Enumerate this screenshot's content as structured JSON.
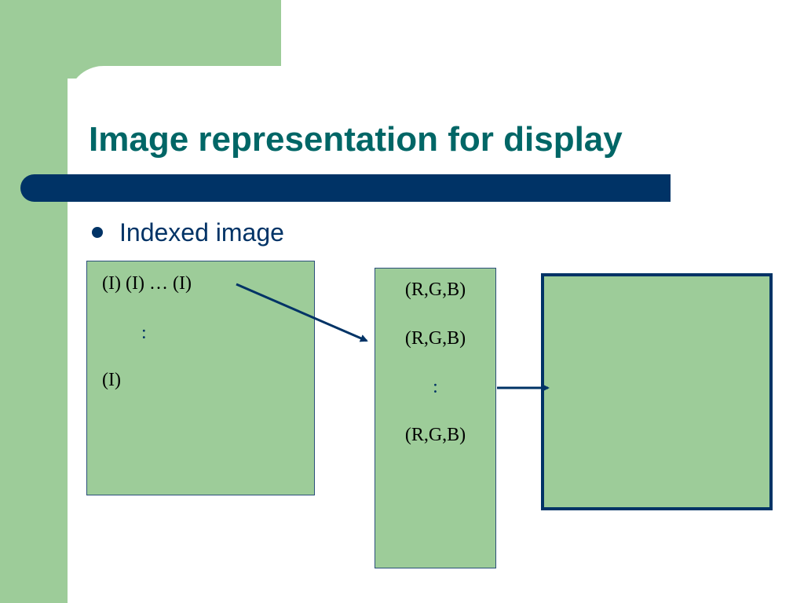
{
  "slide": {
    "title": "Image representation for display",
    "bullet": "Indexed image"
  },
  "index_box": {
    "row1": "(I) (I) … (I)",
    "vdots": ":",
    "row2": "(I)"
  },
  "palette_box": {
    "entry1": "(R,G,B)",
    "entry2": "(R,G,B)",
    "vdots": ":",
    "entry3": "(R,G,B)"
  },
  "colors": {
    "accent_green": "#9dcc99",
    "title_teal": "#006666",
    "navy": "#003366"
  }
}
